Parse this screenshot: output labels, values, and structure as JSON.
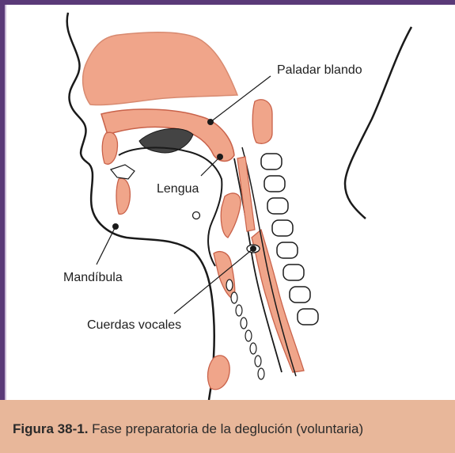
{
  "figure": {
    "labels": {
      "soft_palate": "Paladar blando",
      "tongue": "Lengua",
      "mandible": "Mandíbula",
      "vocal_cords": "Cuerdas vocales"
    },
    "caption_number": "Figura 38-1.",
    "caption_text": " Fase preparatoria de la deglución (voluntaria)"
  },
  "colors": {
    "tissue": "#f0a58a",
    "tissue_stroke": "#c9624a",
    "frame": "#5a3a78",
    "caption_bg": "#e8b79a"
  }
}
